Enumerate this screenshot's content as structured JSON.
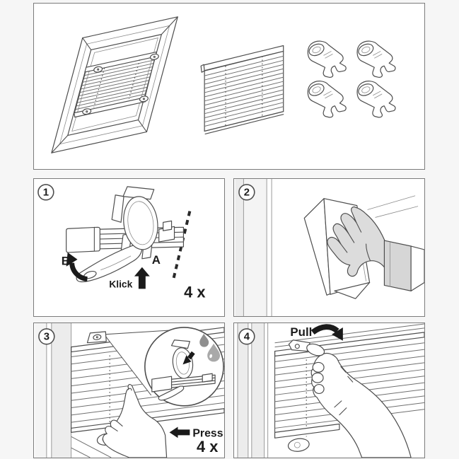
{
  "colors": {
    "page_background": "#f6f6f6",
    "panel_background": "#ffffff",
    "panel_border": "#7b7b7b",
    "artwork_line": "#4d4d4d",
    "label_text": "#1c1c1c",
    "arrow_black": "#1a1a1a",
    "glove_gray": "#dcdcdc",
    "cuff_gray": "#d6d6d6",
    "frame_strip_gray": "#ececec",
    "drop_dark": "#8f8f8f",
    "drop_light": "#a9a9a9"
  },
  "icons": {
    "arrow_up_a": "▲",
    "arrow_rotate_b": "↶",
    "arrow_press_left": "◄",
    "arrow_pull_curved": "⤵",
    "water_drops": "💧",
    "dashed_guide_line": "⋮"
  },
  "overview": {
    "bracket_count": 4
  },
  "steps": [
    {
      "number": "1",
      "labels": {
        "b": "B",
        "a": "A",
        "click": "Klick",
        "repeat": "4 x"
      }
    },
    {
      "number": "2",
      "labels": {}
    },
    {
      "number": "3",
      "labels": {
        "press": "Press",
        "repeat": "4 x"
      }
    },
    {
      "number": "4",
      "labels": {
        "pull": "Pull"
      }
    }
  ]
}
